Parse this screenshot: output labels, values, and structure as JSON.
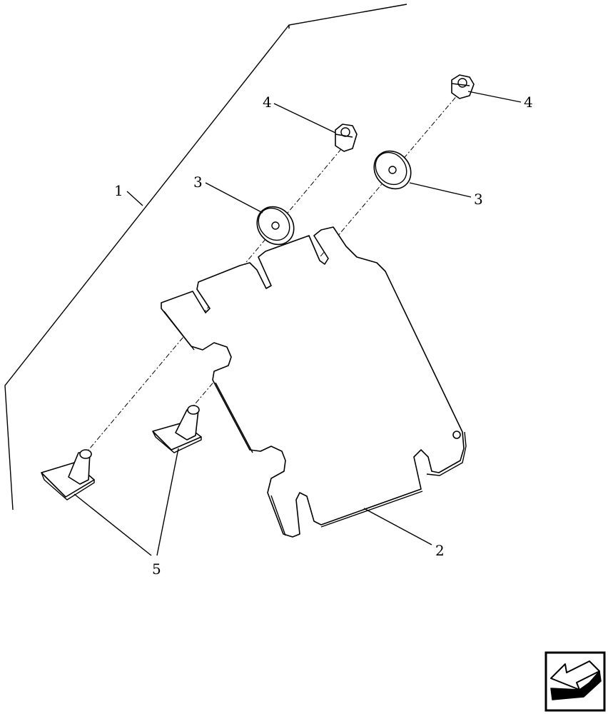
{
  "callouts": {
    "frame": "1",
    "plate": "2",
    "washer_left": "3",
    "washer_right": "3",
    "nut_left": "4",
    "nut_right": "4",
    "bolt": "5"
  },
  "icons": {
    "nav": "next-page-arrow-icon"
  }
}
